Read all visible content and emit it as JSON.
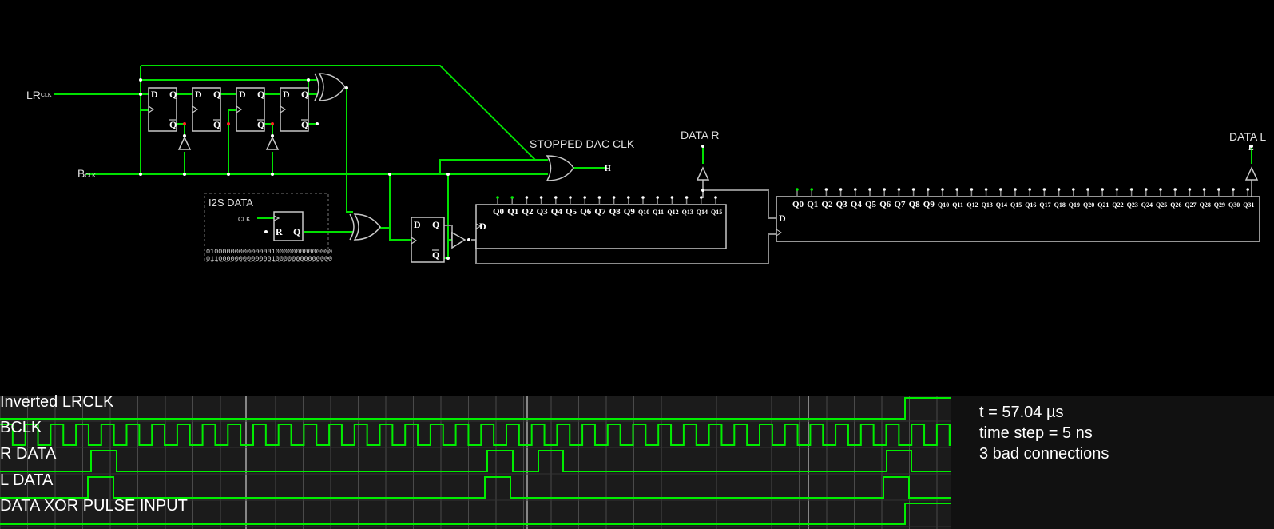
{
  "circuit": {
    "inputs": {
      "lr_clk": "LR",
      "lr_clk_sub": "CLK",
      "b_clk": "B",
      "b_clk_sub": "CLK"
    },
    "labels": {
      "stopped_dac_clk": "STOPPED DAC CLK",
      "stopped_dac_clk_out": "H",
      "data_r": "DATA R",
      "data_l": "DATA L",
      "data_l_sub": "L",
      "i2s_data": "I2S DATA",
      "i2s_clk": "CLK",
      "i2s_r": "R",
      "i2s_q": "Q",
      "i2s_bits_1": "0100000000000000100000000000000",
      "i2s_bits_2": "0110000000000000100000000000000"
    },
    "ff_labels": {
      "d": "D",
      "q": "Q",
      "qbar": "Q"
    },
    "shift_r": {
      "d_label": "D",
      "outputs": [
        "Q0",
        "Q1",
        "Q2",
        "Q3",
        "Q4",
        "Q5",
        "Q6",
        "Q7",
        "Q8",
        "Q9",
        "Q10",
        "Q11",
        "Q12",
        "Q13",
        "Q14",
        "Q15"
      ]
    },
    "shift_l": {
      "d_label": "D",
      "outputs": [
        "Q0",
        "Q1",
        "Q2",
        "Q3",
        "Q4",
        "Q5",
        "Q6",
        "Q7",
        "Q8",
        "Q9",
        "Q10",
        "Q11",
        "Q12",
        "Q13",
        "Q14",
        "Q15",
        "Q16",
        "Q17",
        "Q18",
        "Q19",
        "Q20",
        "Q21",
        "Q22",
        "Q23",
        "Q24",
        "Q25",
        "Q26",
        "Q27",
        "Q28",
        "Q29",
        "Q30",
        "Q31"
      ]
    }
  },
  "scope": {
    "traces": [
      {
        "name": "Inverted LRCLK"
      },
      {
        "name": "BCLK"
      },
      {
        "name": "R DATA"
      },
      {
        "name": "L DATA"
      },
      {
        "name": "DATA XOR PULSE INPUT"
      }
    ]
  },
  "info": {
    "time": "t = 57.04 µs",
    "time_step": "time step = 5 ns",
    "bad_connections": "3 bad connections"
  },
  "colors": {
    "wire_active": "#00ee00",
    "wire_idle": "#8c8c8c",
    "component": "#c8c8c8",
    "bad": "#ff0000"
  }
}
